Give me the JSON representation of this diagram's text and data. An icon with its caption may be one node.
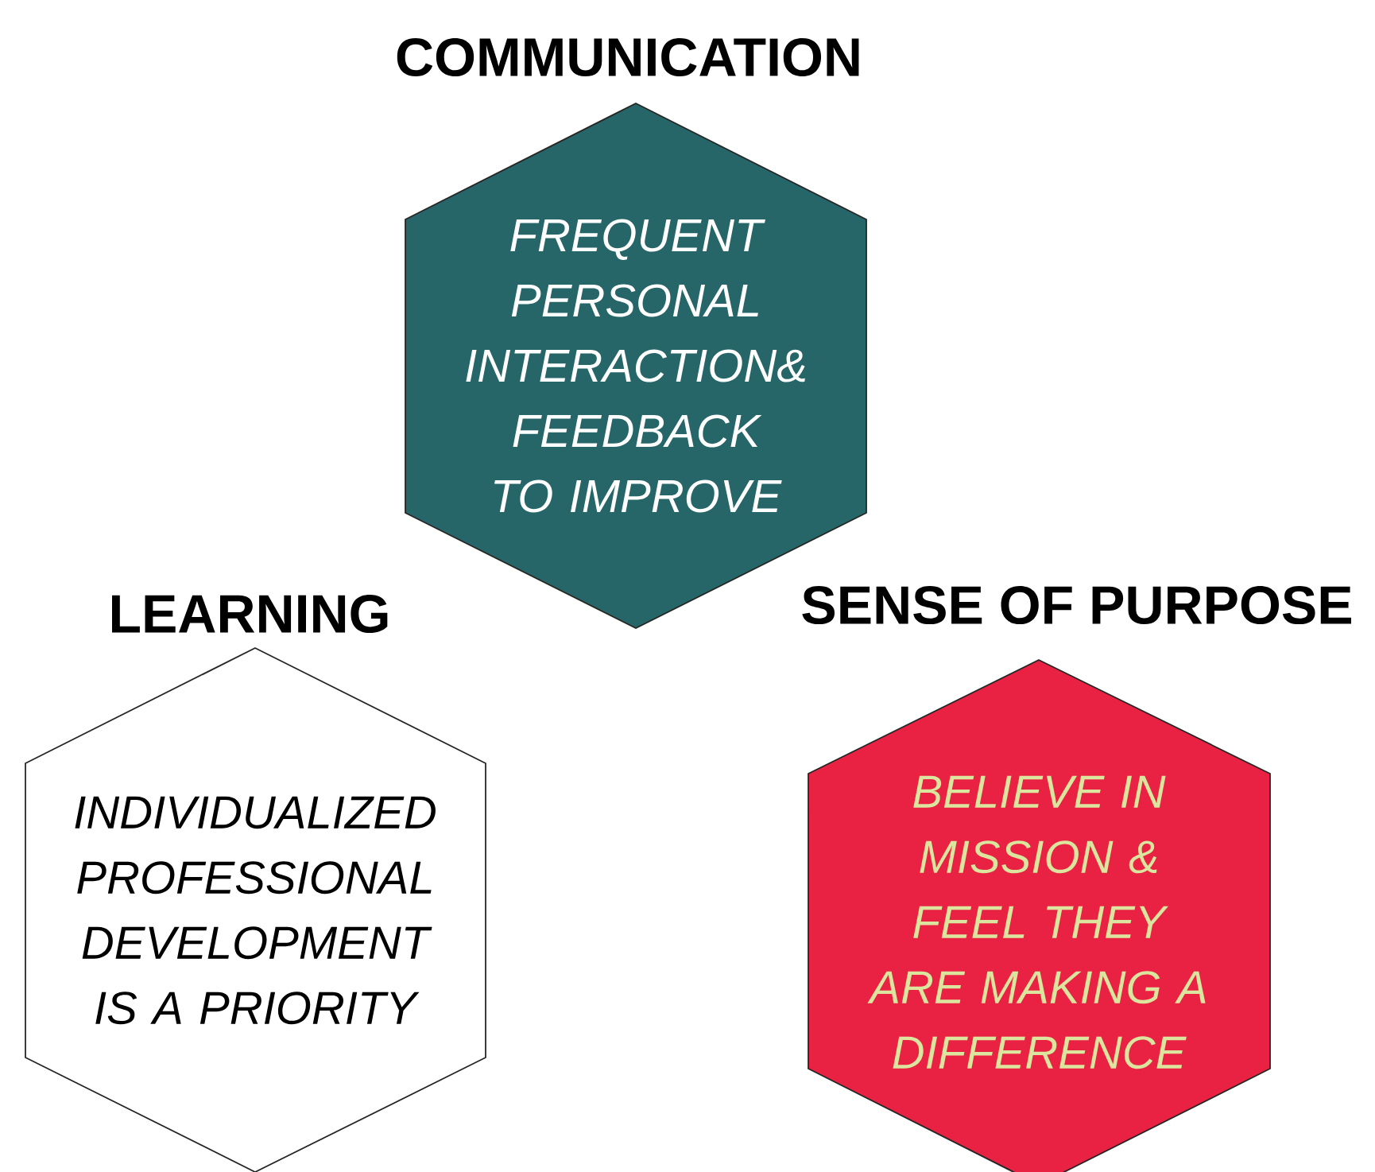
{
  "diagram": {
    "nodes": [
      {
        "text": [
          "COMMUNICATION",
          "FREQUENT PERSONAL INTERACTION& FEEDBACK TO IMPROVE"
        ]
      },
      {
        "text": [
          "LEARNING",
          "INDIVIDUALIZED PROFESSIONAL DEVELOPMENT IS A PRIORITY"
        ]
      },
      {
        "text": [
          "SENSE OF  PURPOSE",
          "BELIEVE IN MISSION & FEEL THEY ARE MAKING A DIFFERENCE"
        ]
      }
    ]
  }
}
